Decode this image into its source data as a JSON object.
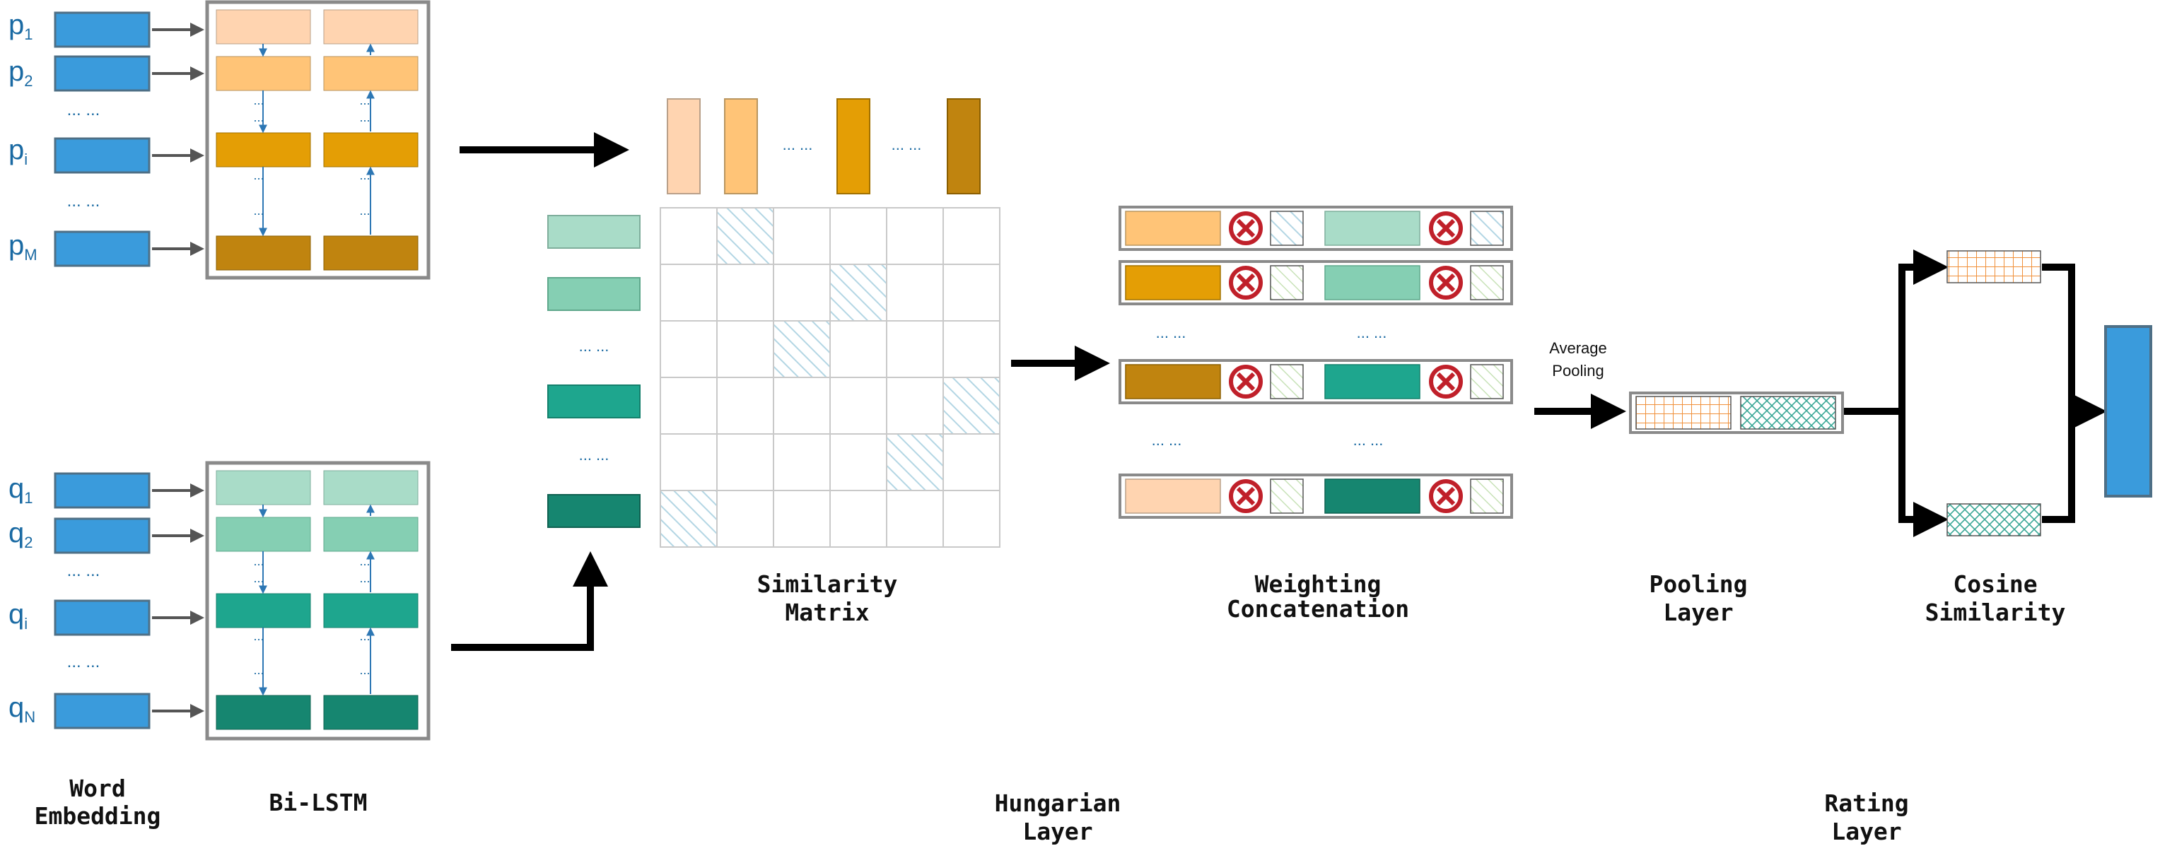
{
  "colors": {
    "embed": "#3a9bdc",
    "embed_border": "#4e6f86",
    "p_shades": [
      "#ffd4b0",
      "#ffc477",
      "#e49e05",
      "#c0840f"
    ],
    "q_shades": [
      "#a9dcc8",
      "#85cfb3",
      "#1ea68e",
      "#168670"
    ],
    "lstm_arrow": "#2d77b4",
    "label_blue": "#1a6aa3",
    "box_border": "#8a8a8a",
    "grid_line": "#c9c9c9",
    "hatch": "#b3d6e4",
    "x_circle": "#c0202a",
    "output": "#3a9bdc"
  },
  "inputs_p": {
    "tokens": [
      {
        "base": "p",
        "sub": "1"
      },
      {
        "base": "p",
        "sub": "2"
      },
      {
        "base": "p",
        "sub": "i"
      },
      {
        "base": "p",
        "sub": "M"
      }
    ]
  },
  "inputs_q": {
    "tokens": [
      {
        "base": "q",
        "sub": "1"
      },
      {
        "base": "q",
        "sub": "2"
      },
      {
        "base": "q",
        "sub": "i"
      },
      {
        "base": "q",
        "sub": "N"
      }
    ]
  },
  "ellipsis": "... ...",
  "dots_vertical": "...",
  "similarity_matrix": {
    "rows": 6,
    "cols": 6,
    "highlighted": [
      [
        0,
        1
      ],
      [
        1,
        3
      ],
      [
        2,
        2
      ],
      [
        3,
        5
      ],
      [
        4,
        4
      ],
      [
        5,
        0
      ]
    ]
  },
  "pooling": {
    "annotation_line1": "Average",
    "annotation_line2": "Pooling"
  },
  "labels": {
    "word_embedding": [
      "Word",
      "Embedding"
    ],
    "bi_lstm": "Bi-LSTM",
    "similarity_matrix": [
      "Similarity",
      "Matrix"
    ],
    "weighting_concatenation": [
      "Weighting",
      "Concatenation"
    ],
    "pooling_layer": [
      "Pooling",
      "Layer"
    ],
    "cosine_similarity": [
      "Cosine",
      "Similarity"
    ],
    "hungarian_layer": [
      "Hungarian",
      "Layer"
    ],
    "rating_layer": [
      "Rating",
      "Layer"
    ]
  }
}
